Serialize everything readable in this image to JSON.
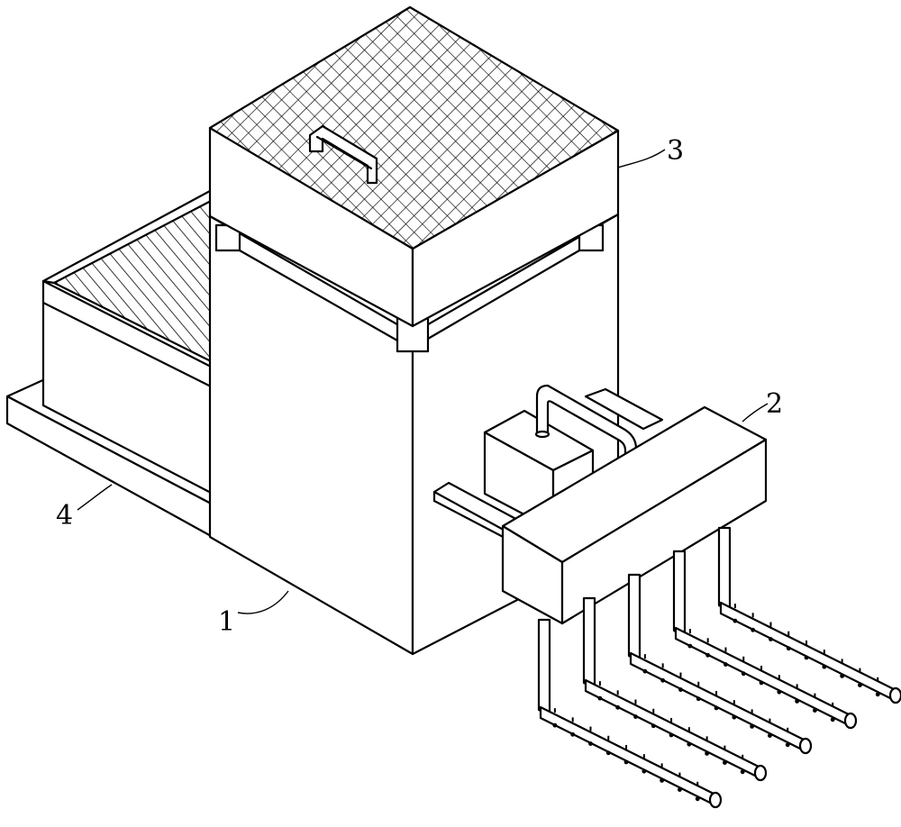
{
  "callouts": [
    {
      "id": "c1",
      "text": "1"
    },
    {
      "id": "c2",
      "text": "2"
    },
    {
      "id": "c3",
      "text": "3"
    },
    {
      "id": "c4",
      "text": "4"
    }
  ]
}
